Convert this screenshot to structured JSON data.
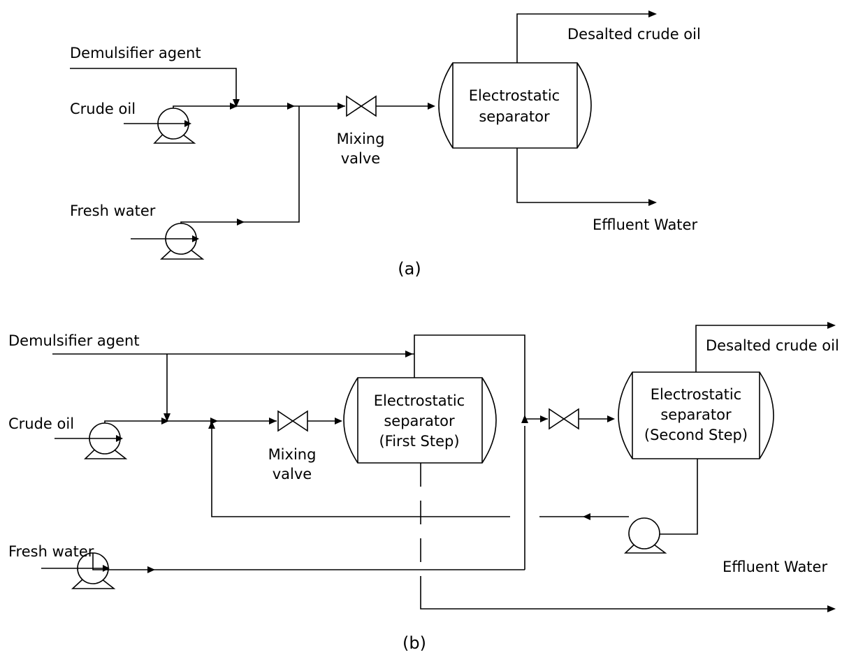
{
  "panel_a": {
    "caption": "(a)",
    "labels": {
      "demulsifier": "Demulsifier agent",
      "crude_oil": "Crude oil",
      "fresh_water": "Fresh water",
      "mixing_valve_line1": "Mixing",
      "mixing_valve_line2": "valve",
      "separator_line1": "Electrostatic",
      "separator_line2": "separator",
      "desalted": "Desalted crude oil",
      "effluent": "Effluent Water"
    }
  },
  "panel_b": {
    "caption": "(b)",
    "labels": {
      "demulsifier": "Demulsifier agent",
      "crude_oil": "Crude oil",
      "fresh_water": "Fresh water",
      "mixing_valve_line1": "Mixing",
      "mixing_valve_line2": "valve",
      "separator1_line1": "Electrostatic",
      "separator1_line2": "separator",
      "separator1_line3": "(First Step)",
      "separator2_line1": "Electrostatic",
      "separator2_line2": "separator",
      "separator2_line3": "(Second Step)",
      "desalted": "Desalted crude oil",
      "effluent": "Effluent Water"
    }
  }
}
